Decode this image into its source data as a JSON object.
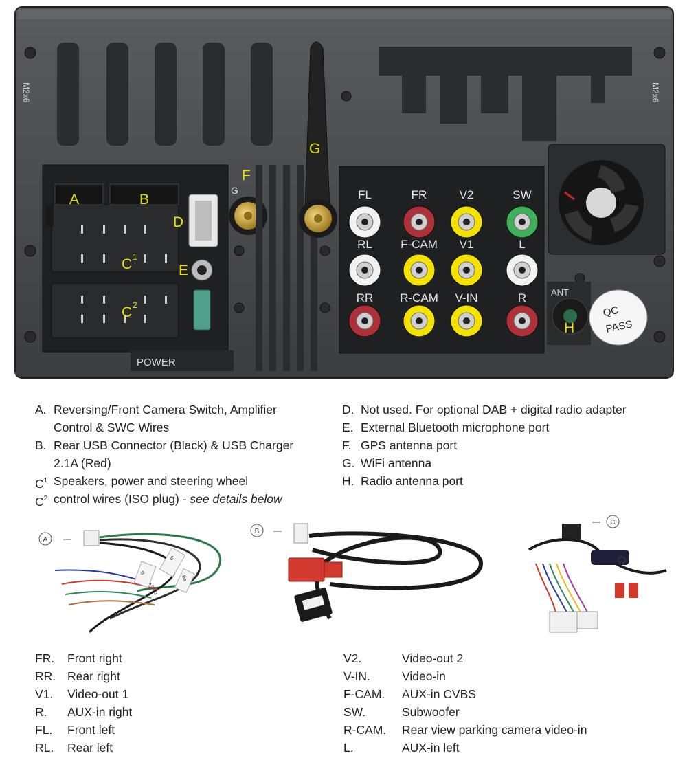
{
  "unit": {
    "side_marking": "M2x6",
    "power_label": "POWER",
    "ant_label": "ANT",
    "qc_line1": "QC",
    "qc_line2": "PASS",
    "callouts": {
      "A": "A",
      "B": "B",
      "C1": "C",
      "C2": "C",
      "D": "D",
      "E": "E",
      "F": "F",
      "G": "G",
      "G_small": "G",
      "H": "H"
    },
    "sup1": "1",
    "sup2": "2",
    "rca_labels": {
      "row1": [
        "FL",
        "FR",
        "V2",
        "SW"
      ],
      "row2": [
        "RL",
        "F-CAM",
        "V1",
        "L"
      ],
      "row3": [
        "RR",
        "R-CAM",
        "V-IN",
        "R"
      ]
    },
    "colors": {
      "housing": "#4a4b4d",
      "housing_dark": "#2f3032",
      "panel": "#3a3b3d",
      "callout": "#e8e000",
      "rca_white": "#f2f2f2",
      "rca_red": "#b0303a",
      "rca_yellow": "#f3e200",
      "rca_green": "#3faf5a",
      "gold": "#c9a23a"
    }
  },
  "descriptions": {
    "left": [
      {
        "key": "A.",
        "line1": "Reversing/Front Camera Switch, Amplifier",
        "line2": "Control & SWC Wires"
      },
      {
        "key": "B.",
        "line1": "Rear USB Connector (Black) & USB Charger",
        "line2": "2.1A (Red)"
      },
      {
        "key": "C",
        "sup": "1",
        "line1": "Speakers, power and steering wheel"
      },
      {
        "key": "C",
        "sup": "2",
        "line1": "control wires (ISO plug) - ",
        "italic": "see details below"
      }
    ],
    "right": [
      {
        "key": "D.",
        "line1": "Not used.  For optional DAB + digital radio adapter"
      },
      {
        "key": "E.",
        "line1": "External Bluetooth microphone port"
      },
      {
        "key": "F.",
        "line1": "GPS antenna port"
      },
      {
        "key": "G.",
        "line1": "WiFi antenna"
      },
      {
        "key": "H.",
        "line1": "Radio antenna port"
      }
    ]
  },
  "cables": {
    "a_label": "A",
    "b_label": "B",
    "c_label": "C",
    "tag_texts": [
      "Ill",
      "fd",
      "Ba",
      "elect"
    ]
  },
  "legend": {
    "left": [
      {
        "key": "FR.",
        "value": "Front right"
      },
      {
        "key": "RR.",
        "value": "Rear right"
      },
      {
        "key": "V1.",
        "value": "Video-out 1"
      },
      {
        "key": "R.",
        "value": "AUX-in right"
      },
      {
        "key": "FL.",
        "value": "Front left"
      },
      {
        "key": "RL.",
        "value": "Rear left"
      }
    ],
    "right": [
      {
        "key": "V2.",
        "value": "Video-out 2"
      },
      {
        "key": "V-IN.",
        "value": "Video-in"
      },
      {
        "key": "F-CAM.",
        "value": "AUX-in CVBS"
      },
      {
        "key": "SW.",
        "value": "Subwoofer"
      },
      {
        "key": "R-CAM.",
        "value": "Rear view parking camera video-in"
      },
      {
        "key": "L.",
        "value": "AUX-in left"
      }
    ]
  }
}
